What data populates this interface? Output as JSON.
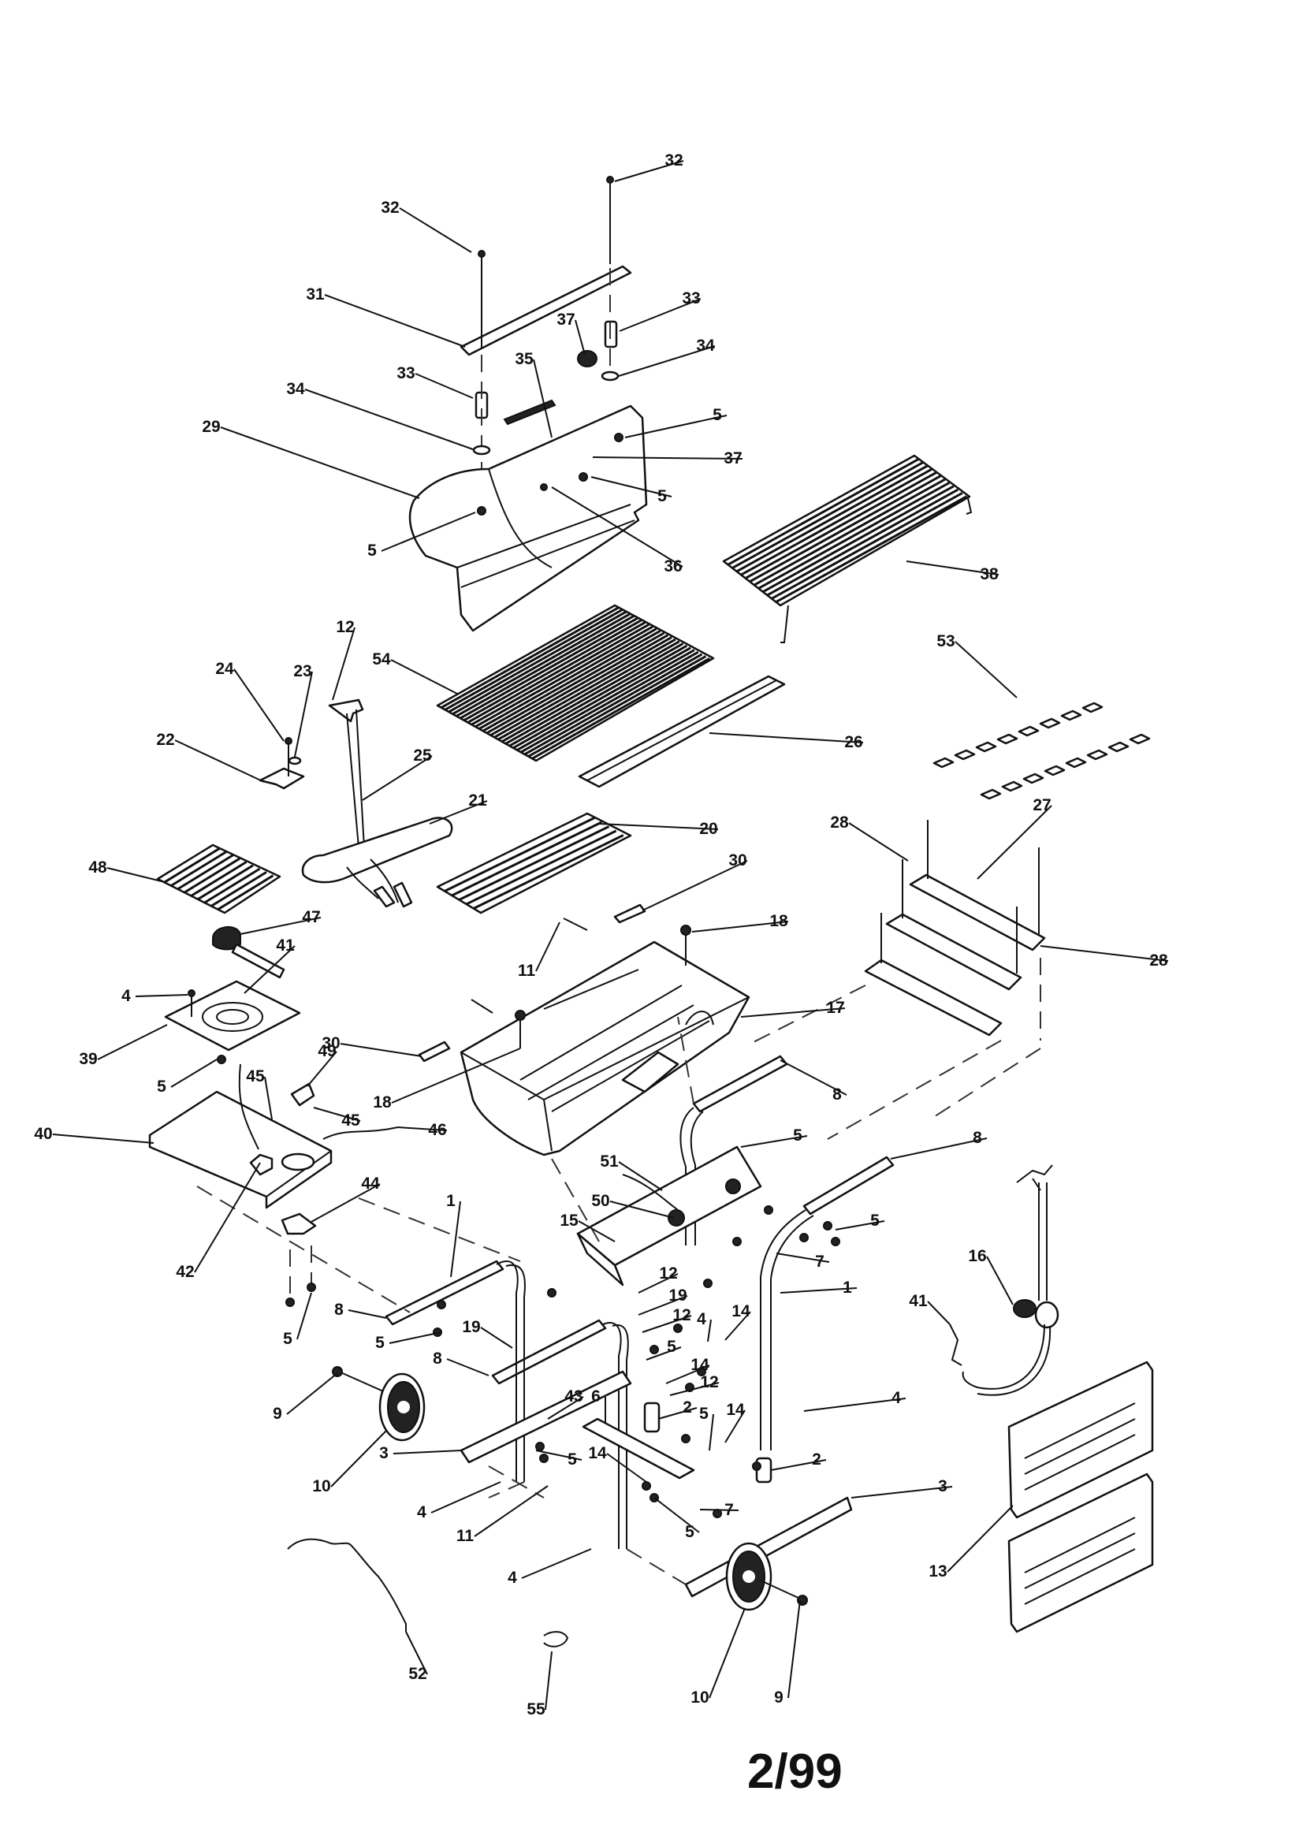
{
  "diagram": {
    "callouts": [
      {
        "id": "c32a",
        "label": "32"
      },
      {
        "id": "c32b",
        "label": "32"
      },
      {
        "id": "c31",
        "label": "31"
      },
      {
        "id": "c33a",
        "label": "33"
      },
      {
        "id": "c37a",
        "label": "37"
      },
      {
        "id": "c34a",
        "label": "34"
      },
      {
        "id": "c33b",
        "label": "33"
      },
      {
        "id": "c35",
        "label": "35"
      },
      {
        "id": "c34b",
        "label": "34"
      },
      {
        "id": "c5a",
        "label": "5"
      },
      {
        "id": "c29",
        "label": "29"
      },
      {
        "id": "c37b",
        "label": "37"
      },
      {
        "id": "c5b",
        "label": "5"
      },
      {
        "id": "c5c",
        "label": "5"
      },
      {
        "id": "c36",
        "label": "36"
      },
      {
        "id": "c38",
        "label": "38"
      },
      {
        "id": "c12a",
        "label": "12"
      },
      {
        "id": "c23",
        "label": "23"
      },
      {
        "id": "c54",
        "label": "54"
      },
      {
        "id": "c53",
        "label": "53"
      },
      {
        "id": "c24",
        "label": "24"
      },
      {
        "id": "c22",
        "label": "22"
      },
      {
        "id": "c25",
        "label": "25"
      },
      {
        "id": "c26",
        "label": "26"
      },
      {
        "id": "c21",
        "label": "21"
      },
      {
        "id": "c27",
        "label": "27"
      },
      {
        "id": "c28a",
        "label": "28"
      },
      {
        "id": "c20",
        "label": "20"
      },
      {
        "id": "c48",
        "label": "48"
      },
      {
        "id": "c30a",
        "label": "30"
      },
      {
        "id": "c47",
        "label": "47"
      },
      {
        "id": "c18a",
        "label": "18"
      },
      {
        "id": "c28b",
        "label": "28"
      },
      {
        "id": "c41a",
        "label": "41"
      },
      {
        "id": "c4a",
        "label": "4"
      },
      {
        "id": "c11a",
        "label": "11"
      },
      {
        "id": "c17",
        "label": "17"
      },
      {
        "id": "c39",
        "label": "39"
      },
      {
        "id": "c30b",
        "label": "30"
      },
      {
        "id": "c49",
        "label": "49"
      },
      {
        "id": "c5d",
        "label": "5"
      },
      {
        "id": "c45a",
        "label": "45"
      },
      {
        "id": "c45b",
        "label": "45"
      },
      {
        "id": "c18b",
        "label": "18"
      },
      {
        "id": "c8a",
        "label": "8"
      },
      {
        "id": "c40",
        "label": "40"
      },
      {
        "id": "c46",
        "label": "46"
      },
      {
        "id": "c5e",
        "label": "5"
      },
      {
        "id": "c8b",
        "label": "8"
      },
      {
        "id": "c44",
        "label": "44"
      },
      {
        "id": "c51",
        "label": "51"
      },
      {
        "id": "c1a",
        "label": "1"
      },
      {
        "id": "c50",
        "label": "50"
      },
      {
        "id": "c5f",
        "label": "5"
      },
      {
        "id": "c15",
        "label": "15"
      },
      {
        "id": "c42",
        "label": "42"
      },
      {
        "id": "c7a",
        "label": "7"
      },
      {
        "id": "c16",
        "label": "16"
      },
      {
        "id": "c12b",
        "label": "12"
      },
      {
        "id": "c1b",
        "label": "1"
      },
      {
        "id": "c19a",
        "label": "19"
      },
      {
        "id": "c8c",
        "label": "8"
      },
      {
        "id": "c41b",
        "label": "41"
      },
      {
        "id": "c12c",
        "label": "12"
      },
      {
        "id": "c4b",
        "label": "4"
      },
      {
        "id": "c14a",
        "label": "14"
      },
      {
        "id": "c5g",
        "label": "5"
      },
      {
        "id": "c5h",
        "label": "5"
      },
      {
        "id": "c19b",
        "label": "19"
      },
      {
        "id": "c5i",
        "label": "5"
      },
      {
        "id": "c8d",
        "label": "8"
      },
      {
        "id": "c14b",
        "label": "14"
      },
      {
        "id": "c12d",
        "label": "12"
      },
      {
        "id": "c9a",
        "label": "9"
      },
      {
        "id": "c43",
        "label": "43"
      },
      {
        "id": "c6",
        "label": "6"
      },
      {
        "id": "c2a",
        "label": "2"
      },
      {
        "id": "c5j",
        "label": "5"
      },
      {
        "id": "c14c",
        "label": "14"
      },
      {
        "id": "c4c",
        "label": "4"
      },
      {
        "id": "c3a",
        "label": "3"
      },
      {
        "id": "c5k",
        "label": "5"
      },
      {
        "id": "c14d",
        "label": "14"
      },
      {
        "id": "c2b",
        "label": "2"
      },
      {
        "id": "c10a",
        "label": "10"
      },
      {
        "id": "c3b",
        "label": "3"
      },
      {
        "id": "c4d",
        "label": "4"
      },
      {
        "id": "c7b",
        "label": "7"
      },
      {
        "id": "c11b",
        "label": "11"
      },
      {
        "id": "c5l",
        "label": "5"
      },
      {
        "id": "c13",
        "label": "13"
      },
      {
        "id": "c4e",
        "label": "4"
      },
      {
        "id": "c52",
        "label": "52"
      },
      {
        "id": "c55",
        "label": "55"
      },
      {
        "id": "c10b",
        "label": "10"
      },
      {
        "id": "c9b",
        "label": "9"
      }
    ],
    "footer": "2/99"
  }
}
